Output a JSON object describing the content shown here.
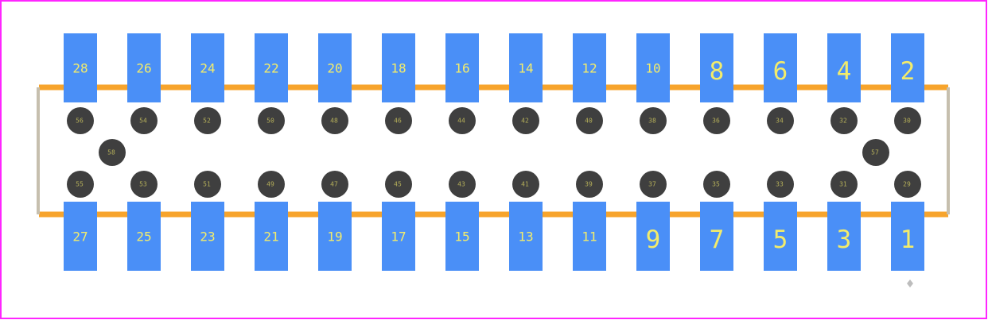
{
  "colors": {
    "background": "#ffffff",
    "frame": "#ff26ff",
    "outline": "#f7a42c",
    "outline_end": "#c6bfae",
    "pad": "#4a8ff7",
    "pad_label": "#f3ec6b",
    "hole": "#3f3f3f",
    "hole_label": "#b6b05a",
    "marker": "#bdbdbd"
  },
  "top_pads": [
    "28",
    "26",
    "24",
    "22",
    "20",
    "18",
    "16",
    "14",
    "12",
    "10",
    "8",
    "6",
    "4",
    "2"
  ],
  "bottom_pads": [
    "27",
    "25",
    "23",
    "21",
    "19",
    "17",
    "15",
    "13",
    "11",
    "9",
    "7",
    "5",
    "3",
    "1"
  ],
  "top_holes": [
    "56",
    "54",
    "52",
    "50",
    "48",
    "46",
    "44",
    "42",
    "40",
    "38",
    "36",
    "34",
    "32",
    "30"
  ],
  "bottom_holes": [
    "55",
    "53",
    "51",
    "49",
    "47",
    "45",
    "43",
    "41",
    "39",
    "37",
    "35",
    "33",
    "31",
    "29"
  ],
  "locating_holes": {
    "left": "58",
    "right": "57"
  },
  "pin1_marker_icon": "diamond-icon"
}
